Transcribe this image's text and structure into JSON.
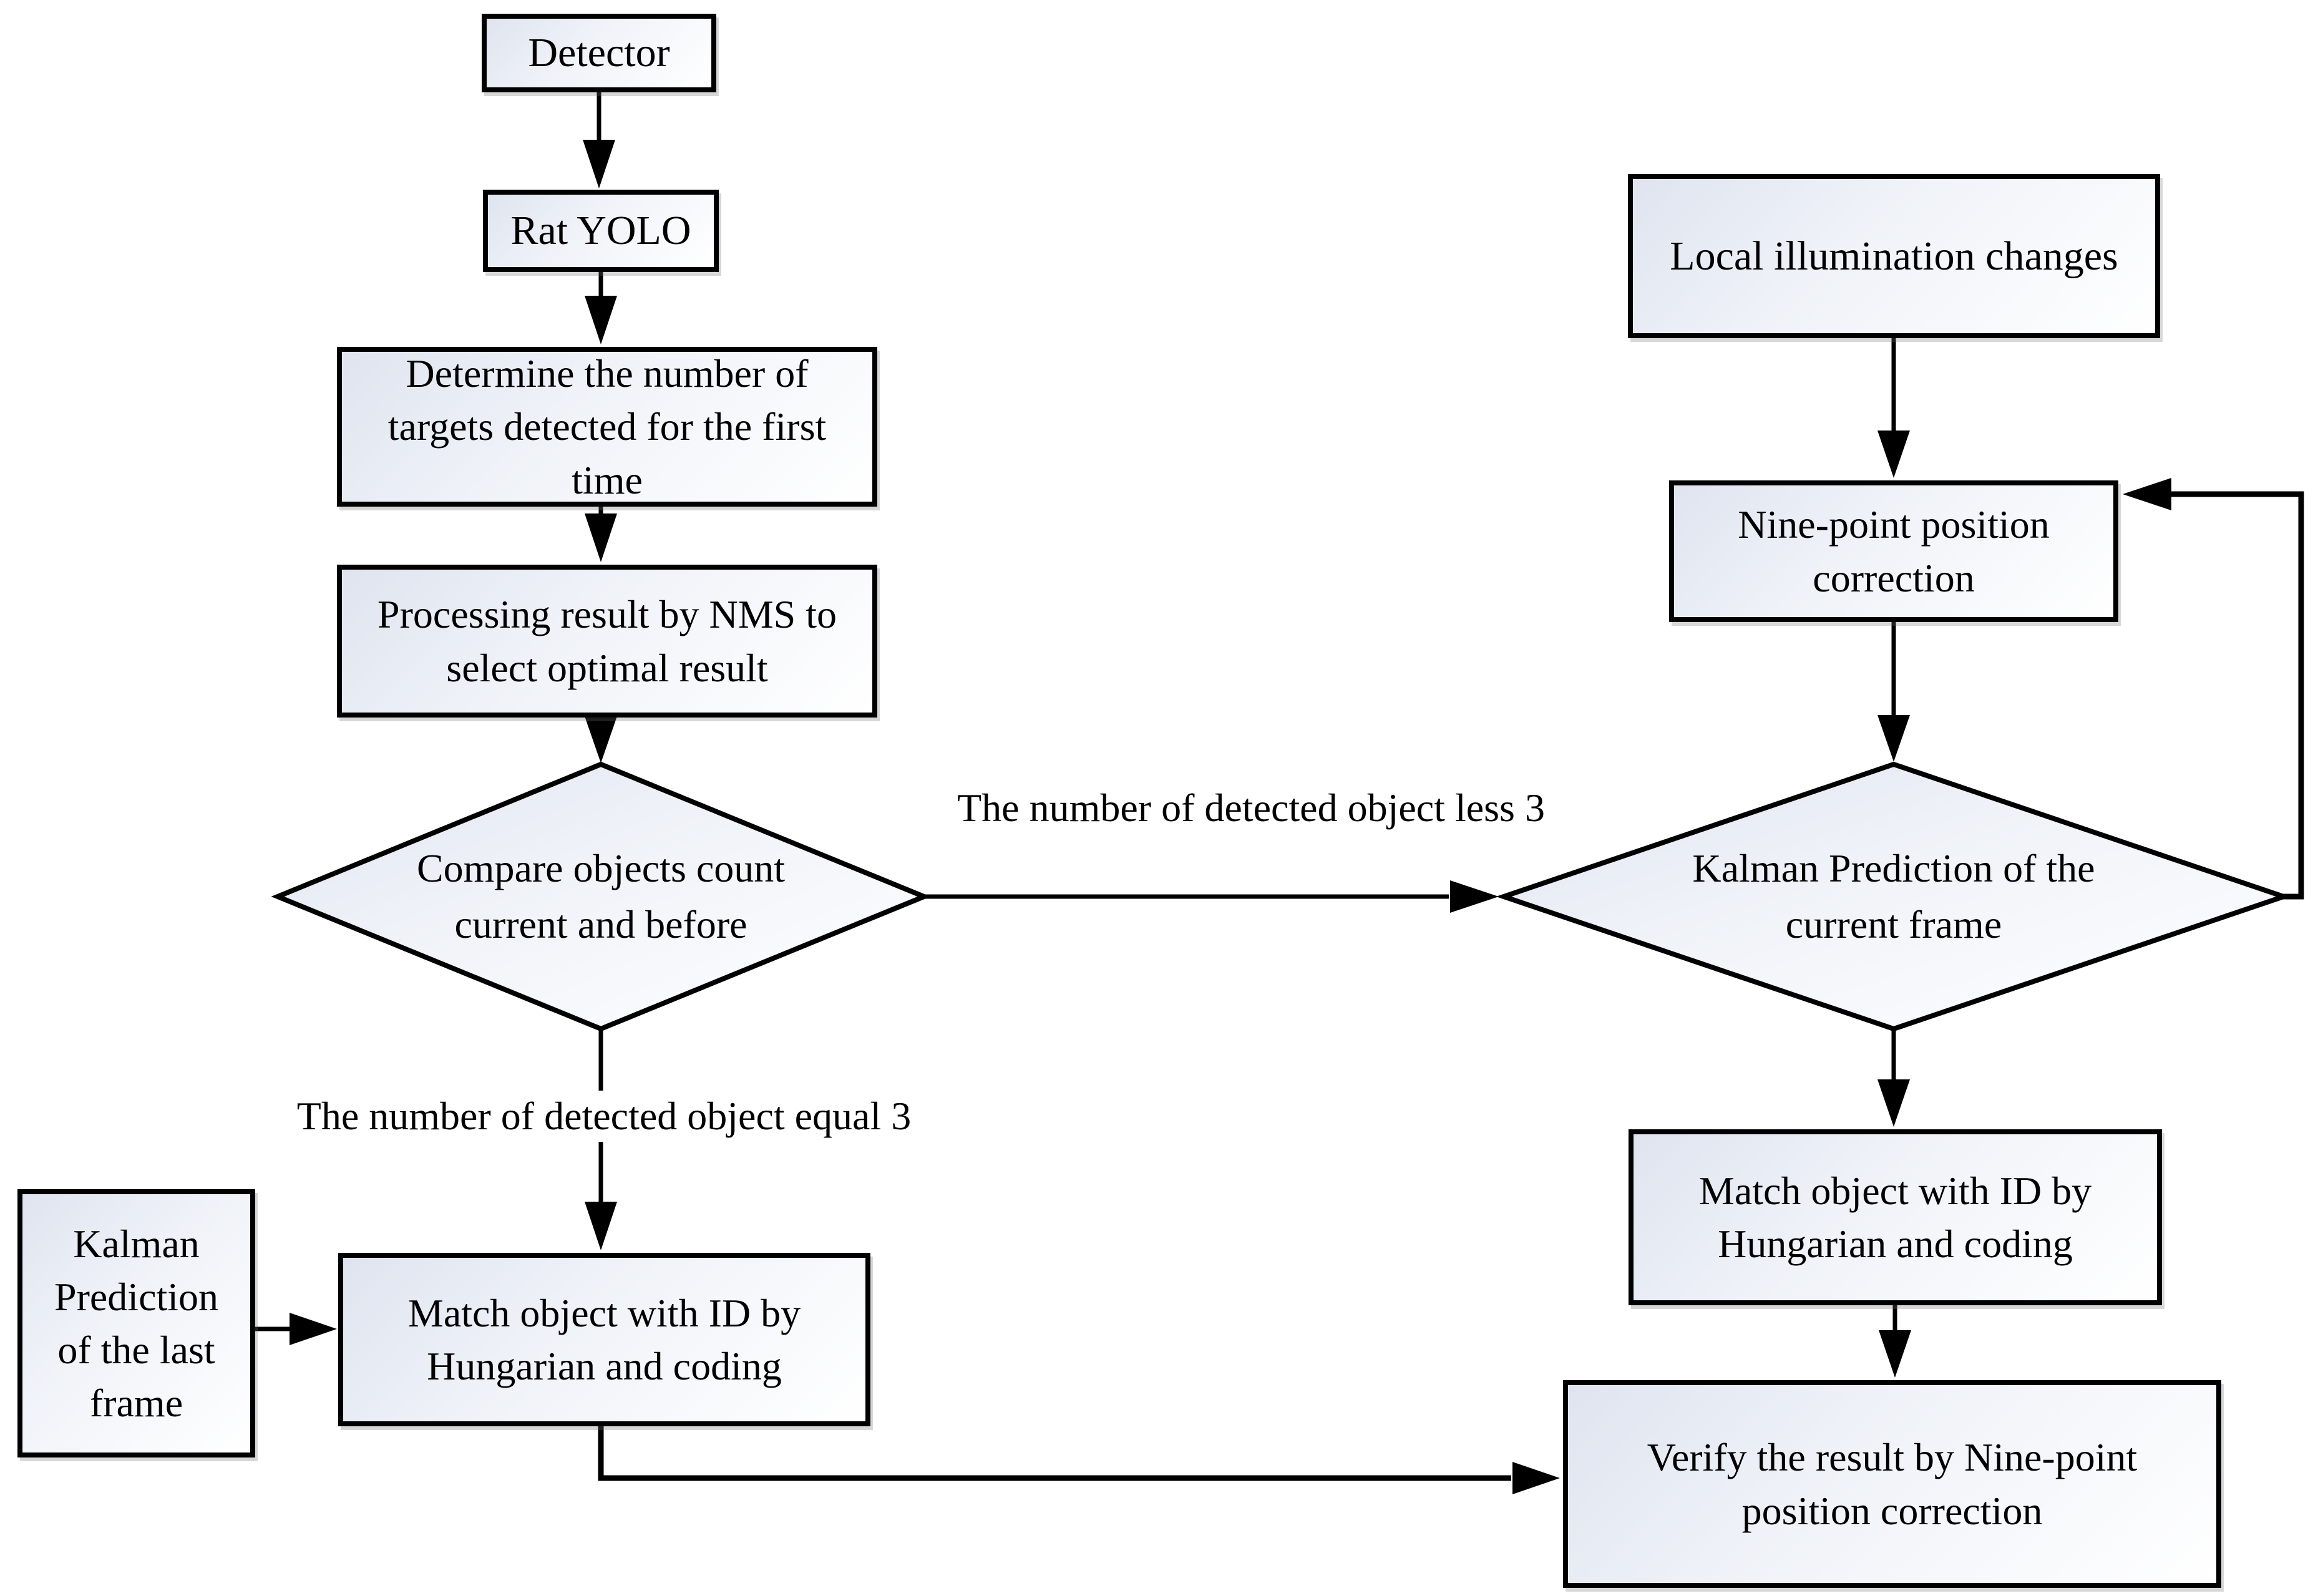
{
  "page": {
    "background": "#ffffff"
  },
  "diagram": {
    "type": "flowchart",
    "colors": {
      "stroke": "#000000",
      "node_fill_start": "#dfe4ef",
      "node_fill_end": "#ffffff",
      "text": "#000000"
    },
    "nodes": {
      "detector": "Detector",
      "rat_yolo": "Rat YOLO",
      "determine": "Determine the number of\ntargets detected for the first\ntime",
      "nms": "Processing result by NMS to\nselect optimal result",
      "compare": "Compare objects count\ncurrent and before",
      "kalman_last": "Kalman\nPrediction\nof the last\nframe",
      "match_left": "Match object with ID by\nHungarian and coding",
      "illumination": "Local illumination changes",
      "nine_point": "Nine-point position\ncorrection",
      "kalman_current": "Kalman Prediction of the\ncurrent frame",
      "match_right": "Match object with ID by\nHungarian and coding",
      "verify": "Verify the result by Nine-point\nposition correction"
    },
    "edge_labels": {
      "less3": "The number of detected object less 3",
      "equal3": "The number of detected object equal 3"
    }
  }
}
